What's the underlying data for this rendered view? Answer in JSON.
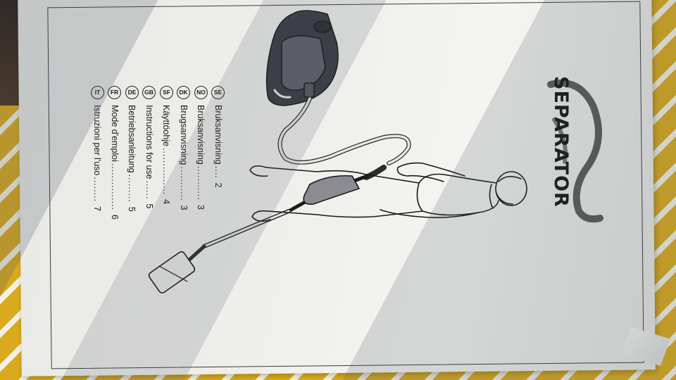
{
  "brand": {
    "name": "SEPARATOR"
  },
  "toc": [
    {
      "code": "SE",
      "label": "Bruksanvisning",
      "dots": "....",
      "page": "2"
    },
    {
      "code": "NO",
      "label": "Bruksanvisning",
      "dots": "...........",
      "page": "3"
    },
    {
      "code": "DK",
      "label": "Brugsanvisning",
      "dots": "...........",
      "page": "3"
    },
    {
      "code": "SF",
      "label": "Käyttöohje",
      "dots": "...............",
      "page": "4"
    },
    {
      "code": "GB",
      "label": "Instructions for use",
      "dots": "......",
      "page": "5"
    },
    {
      "code": "DE",
      "label": "Betriebsanleitung",
      "dots": ".........",
      "page": "5"
    },
    {
      "code": "FR",
      "label": "Mode d'emploi",
      "dots": "...............",
      "page": "6"
    },
    {
      "code": "IT",
      "label": "Istruzioni per l'uso",
      "dots": "........",
      "page": "7"
    }
  ],
  "colors": {
    "background_stripe_yellow": "#d9aa1e",
    "paper": "#eeeeea",
    "ink": "#1a1a1a",
    "vacuum_body": "#3a3c44"
  }
}
